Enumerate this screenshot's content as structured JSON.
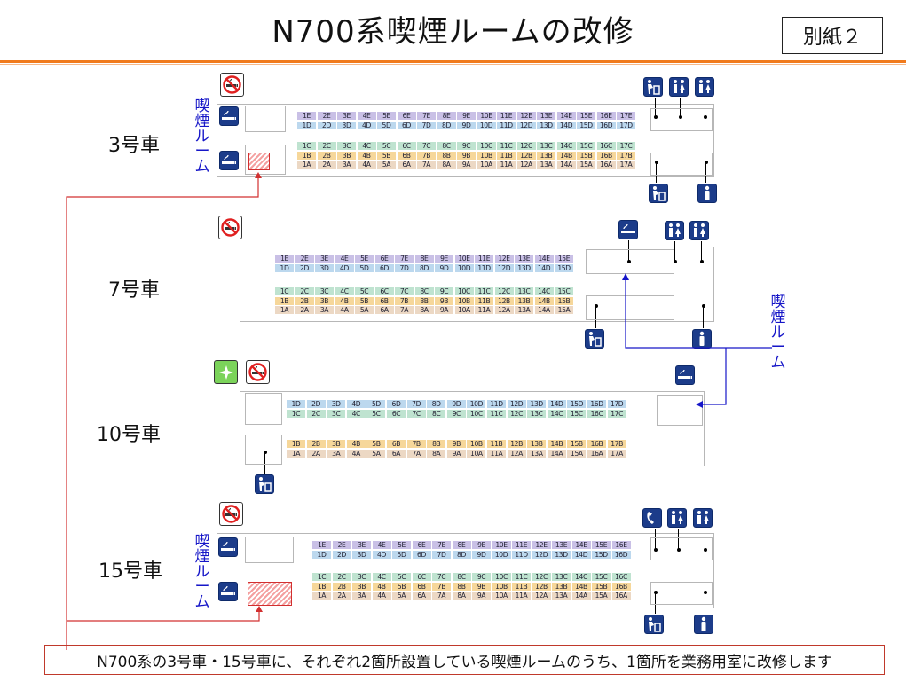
{
  "title": "N700系喫煙ルームの改修",
  "badge": "別紙２",
  "smoking_room_vertical": [
    "喫",
    "煙",
    "ル",
    "ー",
    "ム"
  ],
  "note": "N700系の3号車・15号車に、それぞれ2箇所設置している喫煙ルームのうち、1箇所を業務用室に改修します",
  "colors": {
    "title_rule": "#f07a1c",
    "callout_blue": "#1616c8",
    "callout_red": "#d23030",
    "seat_E": "#c9c0e6",
    "seat_D": "#bcd8ee",
    "seat_C": "#bfe3d0",
    "seat_B": "#f6d79a",
    "seat_A": "#ecd8c4",
    "icon_bg": "#1c3c8a"
  },
  "cars": [
    {
      "label": "3号車",
      "rows": 17,
      "upper": [
        "E",
        "D"
      ],
      "lower": [
        "C",
        "B",
        "A"
      ]
    },
    {
      "label": "7号車",
      "rows": 15,
      "upper": [
        "E",
        "D"
      ],
      "lower": [
        "C",
        "B",
        "A"
      ]
    },
    {
      "label": "10号車",
      "rows": 17,
      "upper": [
        "D",
        "C"
      ],
      "lower": [
        "B",
        "A"
      ]
    },
    {
      "label": "15号車",
      "rows": 16,
      "upper": [
        "E",
        "D"
      ],
      "lower": [
        "C",
        "B",
        "A"
      ]
    }
  ],
  "icons": {
    "no_smoking": "no-smoking-icon",
    "smoking": "smoking-icon",
    "restroom": "restroom-icon",
    "trash": "trash-icon",
    "person": "person-icon",
    "phone": "phone-icon",
    "green_car": "green-car-icon"
  }
}
